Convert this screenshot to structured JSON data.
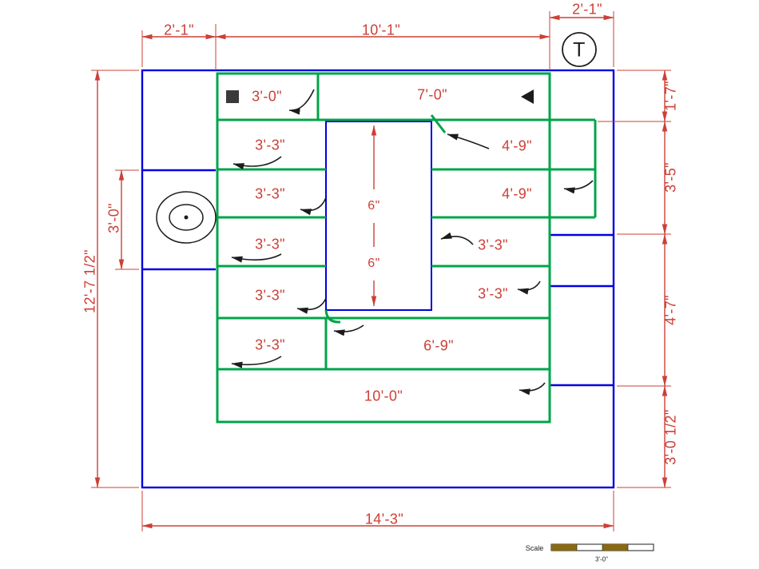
{
  "drawing": "hvac-duct-floor-plan",
  "colors": {
    "wall_blue": "#0000e0",
    "duct_green": "#00a449",
    "dimension_red": "#cc4037",
    "annotation_black": "#1c1c1c",
    "scale_bar_brown": "#8a6914"
  },
  "dims": {
    "top_left": "2'-1\"",
    "top_middle": "10'-1\"",
    "top_right": "2'-1\"",
    "bottom": "14'-3\"",
    "left_overall": "12'-7 1/2\"",
    "left_niche": "3'-0\"",
    "right": [
      "1'-7\"",
      "3'-5\"",
      "4'-7\"",
      "3'-0 1/2\""
    ]
  },
  "rooms": {
    "top_left_duct": "3'-0\"",
    "top_duct": "7'-0\"",
    "left_rows": [
      "3'-3\"",
      "3'-3\"",
      "3'-3\"",
      "3'-3\"",
      "3'-3\""
    ],
    "right_row_1": "4'-9\"",
    "right_row_2": "4'-9\"",
    "right_row_3": "3'-3\"",
    "right_row_4": "3'-3\"",
    "shaft_top_circle": "6\"",
    "shaft_bottom_circle": "6\"",
    "bottom_duct": "6'-9\"",
    "bottom_run": "10'-0\""
  },
  "symbols": {
    "thermostat": "T",
    "scale_label": "Scale",
    "scale_value": "3'-0\""
  }
}
